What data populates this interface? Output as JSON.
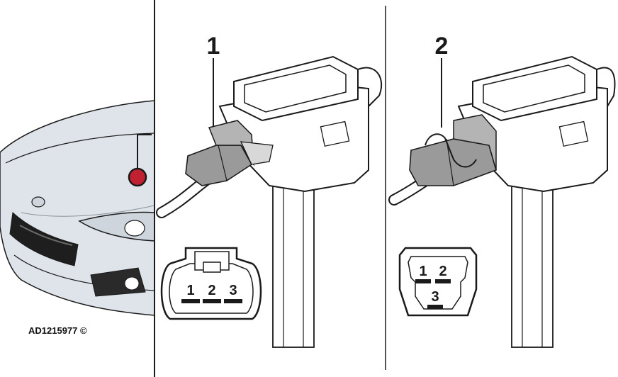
{
  "callouts": {
    "connector_1": "1",
    "connector_2": "2"
  },
  "pinouts": {
    "connector_1": [
      "1",
      "2",
      "3"
    ],
    "connector_2": [
      "1",
      "2",
      "3"
    ]
  },
  "reference_code": "AD1215977 ©",
  "colors": {
    "marker": "#c0202f",
    "connector_grey": "#9a9a9a",
    "car_body": "#dfe4ea",
    "outline": "#1a1a1a"
  }
}
